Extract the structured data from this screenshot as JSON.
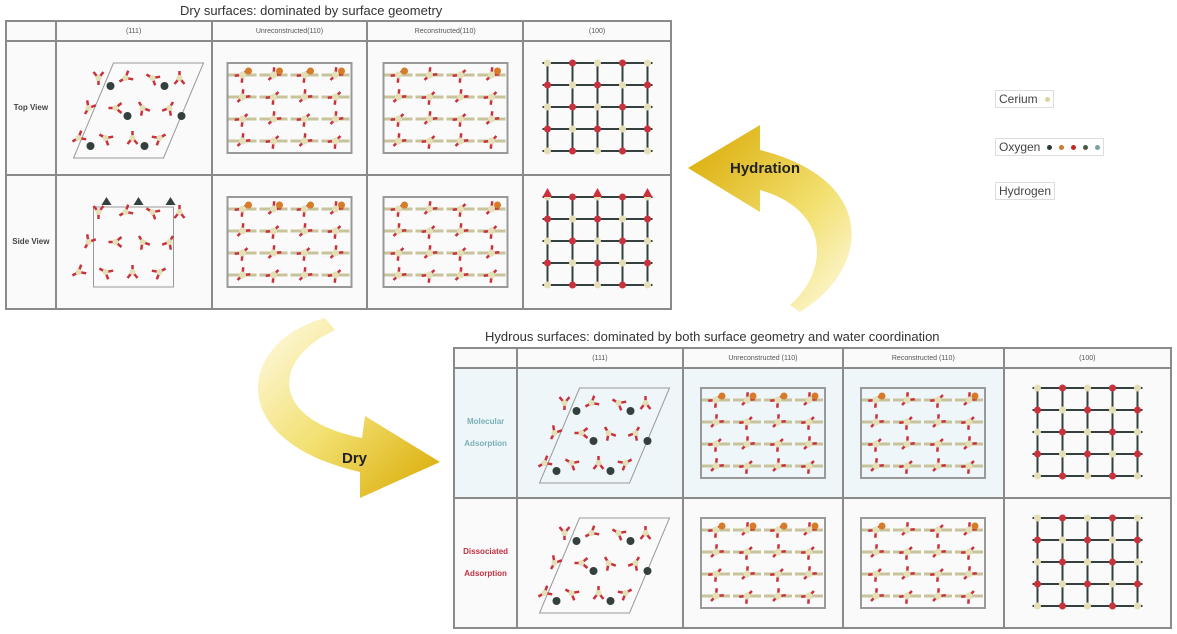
{
  "dry": {
    "title": "Dry surfaces: dominated by surface geometry",
    "columns": [
      "",
      "(111)",
      "Unreconstructed(110)",
      "Reconstructed(110)",
      "(100)"
    ],
    "rows": [
      {
        "label": "Top View",
        "types": [
          "hex",
          "rect",
          "rect2",
          "sq"
        ]
      },
      {
        "label": "Side View",
        "types": [
          "side",
          "rect",
          "rect2",
          "side100"
        ]
      }
    ]
  },
  "hydrous": {
    "title": "Hydrous surfaces: dominated by both surface geometry and water coordination",
    "columns": [
      "",
      "(111)",
      "Unreconstructed (110)",
      "Reconstructed (110)",
      "(100)"
    ],
    "rows": [
      {
        "label": "Molecular Adsorption",
        "types": [
          "hex",
          "rect",
          "rect2",
          "sq"
        ]
      },
      {
        "label": "Dissociated Adsorption",
        "types": [
          "hex",
          "rect",
          "rect2",
          "sq"
        ]
      }
    ]
  },
  "arrows": {
    "hydration": "Hydration",
    "dry": "Dry"
  },
  "legend": [
    {
      "label": "Cerium",
      "colors": [
        "#d8d4a0"
      ]
    },
    {
      "label": "Oxygen",
      "colors": [
        "#2c3a3a",
        "#d07a30",
        "#c02828",
        "#4a5a48",
        "#7aa0a8"
      ]
    },
    {
      "label": "Hydrogen",
      "colors": []
    }
  ],
  "colors": {
    "oxygen": "#c8323c",
    "cerium": "#e4dfb6",
    "bond": "#c8c39a",
    "dark": "#34403e",
    "orange": "#d67c28",
    "arrow": "#e8c230"
  }
}
